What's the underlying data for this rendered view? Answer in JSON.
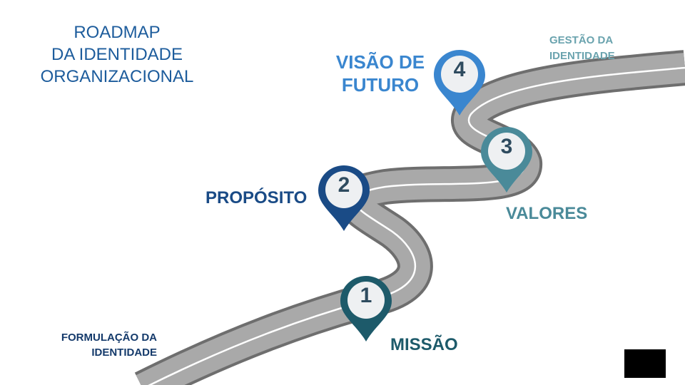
{
  "title": {
    "line1": "ROADMAP",
    "line2": "DA IDENTIDADE",
    "line3": "ORGANIZACIONAL"
  },
  "road": {
    "start_label": {
      "line1": "FORMULAÇÃO DA",
      "line2": "IDENTIDADE"
    },
    "end_label": {
      "line1": "GESTÃO DA",
      "line2": "IDENTIDADE"
    }
  },
  "milestones": [
    {
      "number": "1",
      "label": "MISSÃO",
      "color": "#1d5a6a"
    },
    {
      "number": "2",
      "label": "PROPÓSITO",
      "color": "#1a4b86"
    },
    {
      "number": "3",
      "label": "VALORES",
      "color": "#4a8a99"
    },
    {
      "number": "4",
      "label_line1": "VISÃO DE",
      "label_line2": "FUTURO",
      "color": "#3a86cf"
    }
  ],
  "colors": {
    "road": "#a9a9a9",
    "road_edge": "#6e6e6e",
    "title": "#1d5c9c"
  }
}
